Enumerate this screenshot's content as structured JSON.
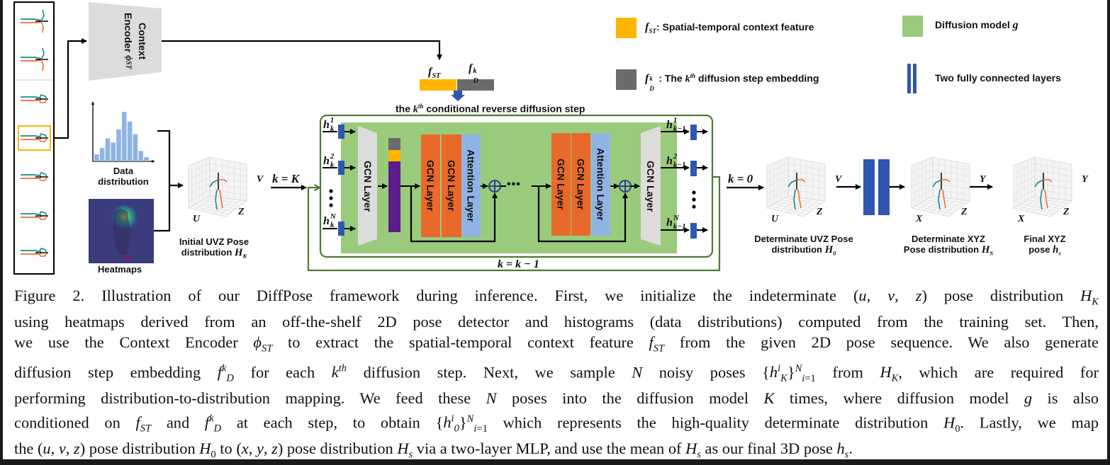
{
  "figure": {
    "input_sequence": {
      "frames": 7,
      "highlighted_frame": 4,
      "highlight_color": "#FFB400"
    },
    "context_encoder": {
      "label_line1": "Context",
      "label_line2": "Encoder",
      "symbol": "ϕ",
      "subscript": "ST"
    },
    "histogram": {
      "label_line1": "Data",
      "label_line2": "distribution",
      "bar_values": [
        10,
        19,
        33,
        27,
        46,
        71,
        57,
        39,
        15,
        6
      ],
      "bar_color": "#8FB4E3"
    },
    "heatmap": {
      "label": "Heatmaps"
    },
    "initial_pose": {
      "label_line1": "Initial UVZ Pose",
      "label_line2": "distribution",
      "symbol": "H",
      "subscript": "K",
      "axes": [
        "U",
        "V",
        "Z"
      ]
    },
    "k_start": "k = K",
    "k_end": "k = 0",
    "k_update": "k = k − 1",
    "condition_bar": {
      "fst": "f",
      "fst_sub": "ST",
      "fd": "f",
      "fd_sub": "D",
      "fd_sup": "k"
    },
    "step_title": {
      "prefix": "the ",
      "k": "k",
      "sup": "th",
      "suffix": " conditional reverse diffusion step"
    },
    "inputs": [
      {
        "h": "h",
        "sup": "1",
        "sub": "k"
      },
      {
        "h": "h",
        "sup": "2",
        "sub": "k"
      },
      {
        "h": "h",
        "sup": "N",
        "sub": "k"
      }
    ],
    "outputs": [
      {
        "h": "h",
        "sup": "1",
        "sub": "k−1"
      },
      {
        "h": "h",
        "sup": "2",
        "sub": "k−1"
      },
      {
        "h": "h",
        "sup": "N",
        "sub": "k−1"
      }
    ],
    "layers": {
      "gcn": "GCN Layer",
      "attention": "Attention Layer"
    },
    "ellipsis": "•••",
    "det_uvz": {
      "label_line1": "Determinate UVZ Pose",
      "label_line2": "distribution",
      "symbol": "H",
      "subscript": "0",
      "axes": [
        "U",
        "V",
        "Z"
      ]
    },
    "det_xyz": {
      "label_line1": "Determinate XYZ",
      "label_line2": "Pose distribution",
      "symbol": "H",
      "subscript": "S",
      "axes": [
        "X",
        "Y",
        "Z"
      ]
    },
    "final_pose": {
      "label_line1": "Final XYZ",
      "label_line2": "pose",
      "symbol": "h",
      "subscript": "s",
      "axes": [
        "X",
        "Y",
        "Z"
      ]
    },
    "colors": {
      "fst": "#FFB400",
      "fd": "#6B6B6B",
      "diffusion": "#9ACB7C",
      "fc": "#3056B0",
      "gcn_orange": "#E8692A",
      "attention": "#8FB4E3",
      "gcn_gray": "#DCDCDC",
      "embed_purple": "#5B1C8C",
      "loop_green": "#4E7A2E"
    }
  },
  "legend": [
    {
      "swatch": "fst",
      "symbol": "f",
      "sub": "ST",
      "text": ": Spatial-temporal context feature"
    },
    {
      "swatch": "fd",
      "symbol": "f",
      "sub": "D",
      "sup": "k",
      "text_pre": " : The ",
      "k": "k",
      "k_sup": "th",
      "text_post": " diffusion step embedding"
    },
    {
      "swatch": "diffusion",
      "text": "Diffusion model ",
      "symbol": "g"
    },
    {
      "swatch": "fc",
      "text": "Two fully connected layers"
    }
  ],
  "caption": {
    "lines": [
      "Figure 2.  Illustration of our DiffPose framework during inference.  First, we initialize the indeterminate (<i>u</i>, <i>v</i>, <i>z</i>) pose distribution <i>H<sub>K</sub></i>",
      "using heatmaps derived from an off-the-shelf 2D pose detector and histograms (data distributions) computed from the training set. Then,",
      "we use the Context Encoder <i>ϕ<sub>ST</sub></i> to extract the spatial-temporal context feature <i>f<sub>ST</sub></i> from the given 2D pose sequence.  We also generate",
      "diffusion step embedding <i>f<sup>k</sup><sub>D</sub></i> for each <i>k<sup>th</sup></i> diffusion step.  Next, we sample <i>N</i> noisy poses {<i>h<sup>i</sup><sub>K</sub></i>}<sup><i>N</i></sup><sub><i>i</i>=1</sub> from <i>H<sub>K</sub></i>, which are required for",
      "performing distribution-to-distribution mapping. We feed these <i>N</i> poses into the diffusion model <i>K</i> times, where diffusion model <i>g</i> is also",
      "conditioned on <i>f<sub>ST</sub></i> and <i>f<sup>k</sup><sub>D</sub></i> at each step, to obtain {<i>h<sup>i</sup><sub>0</sub></i>}<sup><i>N</i></sup><sub><i>i</i>=1</sub> which represents the high-quality determinate distribution <i>H</i><sub>0</sub>. Lastly, we map",
      "the (<i>u</i>, <i>v</i>, <i>z</i>) pose distribution <i>H</i><sub>0</sub> to (<i>x</i>, <i>y</i>, <i>z</i>) pose distribution <i>H<sub>s</sub></i> via a two-layer MLP, and use the mean of <i>H<sub>s</sub></i> as our final 3D pose <i>h<sub>s</sub></i>."
    ]
  }
}
